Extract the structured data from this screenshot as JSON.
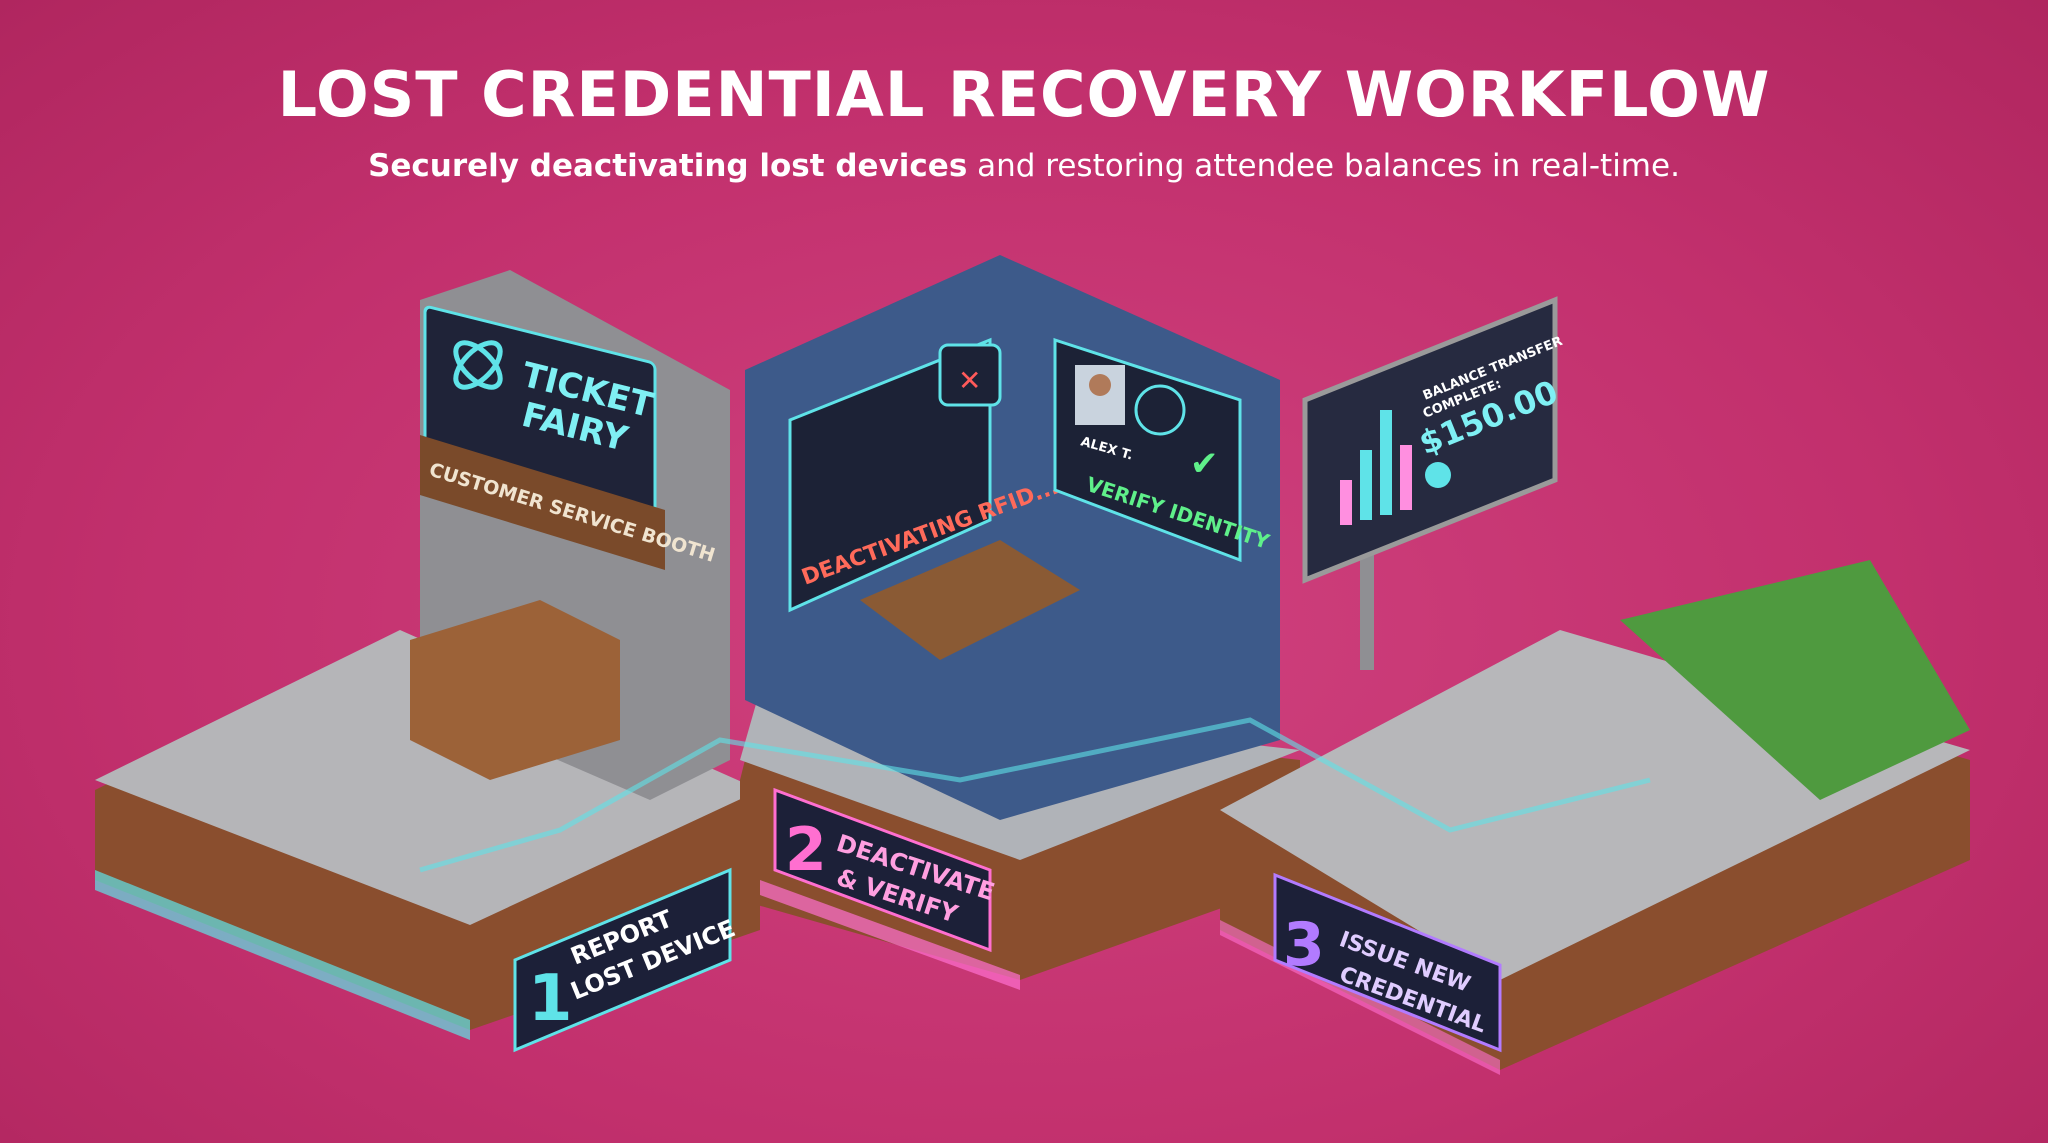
{
  "header": {
    "title": "LOST CREDENTIAL RECOVERY WORKFLOW",
    "subtitle_bold": "Securely deactivating lost devices",
    "subtitle_rest": " and restoring attendee balances in real-time."
  },
  "booth": {
    "brand_line1": "TICKET",
    "brand_line2": "FAIRY",
    "booth_sign": "CUSTOMER SERVICE BOOTH"
  },
  "office": {
    "deactivate_screen": "DEACTIVATING RFID...",
    "attendee_name": "ALEX T.",
    "verify_screen": "VERIFY IDENTITY"
  },
  "billboard": {
    "line1": "BALANCE TRANSFER",
    "line2": "COMPLETE:",
    "amount": "$150.00"
  },
  "steps": [
    {
      "number": "1",
      "line1": "REPORT",
      "line2": "LOST DEVICE",
      "color": "#5fe3e8"
    },
    {
      "number": "2",
      "line1": "DEACTIVATE",
      "line2": "& VERIFY",
      "color": "#ff6fd0"
    },
    {
      "number": "3",
      "line1": "ISSUE NEW",
      "line2": "CREDENTIAL",
      "color": "#b27bff"
    }
  ],
  "colors": {
    "background": "#c2306d",
    "cyan_glow": "#5fe3e8",
    "pink_glow": "#ff6fd0",
    "purple_glow": "#b27bff",
    "success_green": "#5ff08a",
    "alert_red": "#ff5a5a"
  }
}
